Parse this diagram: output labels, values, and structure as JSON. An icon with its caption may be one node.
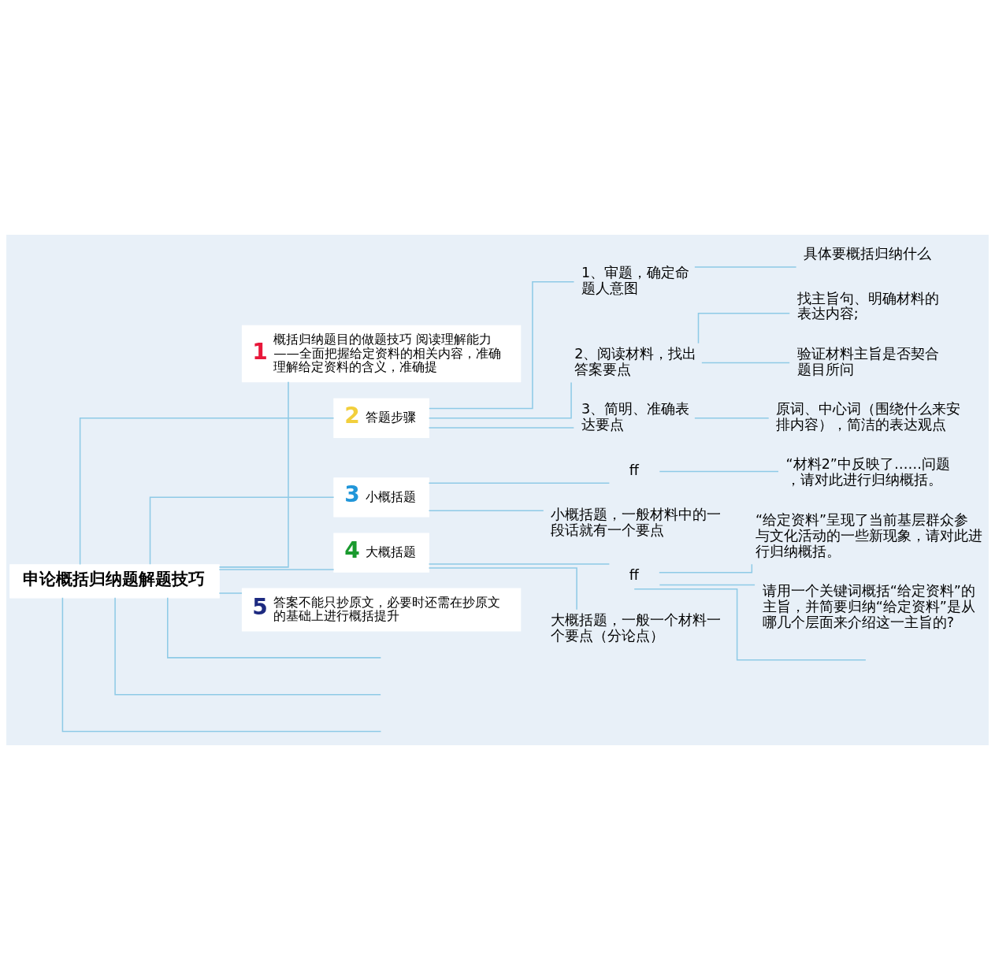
{
  "diagram": {
    "nodes": [
      {
        "text": [
          "申论概括归纳题解题技巧"
        ]
      },
      {
        "text": [
          "1",
          "概括归纳题目的做题技巧 阅读理解能力——全面把握给定资料的相关内容，准确理解给定资料的含义，准确提"
        ]
      },
      {
        "text": [
          "2",
          "答题步骤"
        ]
      },
      {
        "text": [
          "1、审题，确定命题人意图"
        ]
      },
      {
        "text": [
          "具体要概括归纳什么"
        ]
      },
      {
        "text": [
          "2、阅读材料，找出答案要点"
        ]
      },
      {
        "text": [
          "找主旨句、明确材料的表达内容;"
        ]
      },
      {
        "text": [
          "验证材料主旨是否契合题目所问"
        ]
      },
      {
        "text": [
          "3、简明、准确表达要点"
        ]
      },
      {
        "text": [
          "原词、中心词（围绕什么来安排内容），简洁的表达观点"
        ]
      },
      {
        "text": [
          "3",
          "小概括题"
        ]
      },
      {
        "text": [
          "ff"
        ]
      },
      {
        "text": [
          "“材料2”中反映了……问题，请对此进行归纳概括。"
        ]
      },
      {
        "text": [
          "小概括题，一般材料中的一段话就有一个要点"
        ]
      },
      {
        "text": [
          "4",
          "大概括题"
        ]
      },
      {
        "text": [
          "ff"
        ]
      },
      {
        "text": [
          "“给定资料”呈现了当前基层群众参与文化活动的一些新现象，请对此进行归纳概括。"
        ]
      },
      {
        "text": [
          "请用一个关键词概括“给定资料”的主旨，并简要归纳“给定资料”是从哪几个层面来介绍这一主旨的?"
        ]
      },
      {
        "text": [
          "大概括题，一般一个材料一个要点（分论点）"
        ]
      },
      {
        "text": [
          "5",
          "答案不能只抄原文，必要时还需在抄原文的基础上进行概括提升"
        ]
      }
    ],
    "edges": [
      {
        "from": 0,
        "to": 1,
        "arrow": "none"
      },
      {
        "from": 0,
        "to": 2,
        "arrow": "none"
      },
      {
        "from": 2,
        "to": 3,
        "arrow": "none"
      },
      {
        "from": 3,
        "to": 4,
        "arrow": "none"
      },
      {
        "from": 2,
        "to": 5,
        "arrow": "none"
      },
      {
        "from": 5,
        "to": 6,
        "arrow": "none"
      },
      {
        "from": 5,
        "to": 7,
        "arrow": "none"
      },
      {
        "from": 2,
        "to": 8,
        "arrow": "none"
      },
      {
        "from": 8,
        "to": 9,
        "arrow": "none"
      },
      {
        "from": 0,
        "to": 10,
        "arrow": "none"
      },
      {
        "from": 10,
        "to": 11,
        "arrow": "none"
      },
      {
        "from": 11,
        "to": 12,
        "arrow": "none"
      },
      {
        "from": 10,
        "to": 13,
        "arrow": "none"
      },
      {
        "from": 0,
        "to": 14,
        "arrow": "none"
      },
      {
        "from": 14,
        "to": 15,
        "arrow": "none"
      },
      {
        "from": 15,
        "to": 16,
        "arrow": "none"
      },
      {
        "from": 15,
        "to": 17,
        "arrow": "none"
      },
      {
        "from": 15,
        "to": null,
        "arrow": "none"
      },
      {
        "from": 14,
        "to": 18,
        "arrow": "none"
      },
      {
        "from": 0,
        "to": 19,
        "arrow": "none"
      },
      {
        "from": 0,
        "to": null,
        "arrow": "none"
      },
      {
        "from": 0,
        "to": null,
        "arrow": "none"
      },
      {
        "from": 0,
        "to": null,
        "arrow": "none"
      }
    ]
  }
}
